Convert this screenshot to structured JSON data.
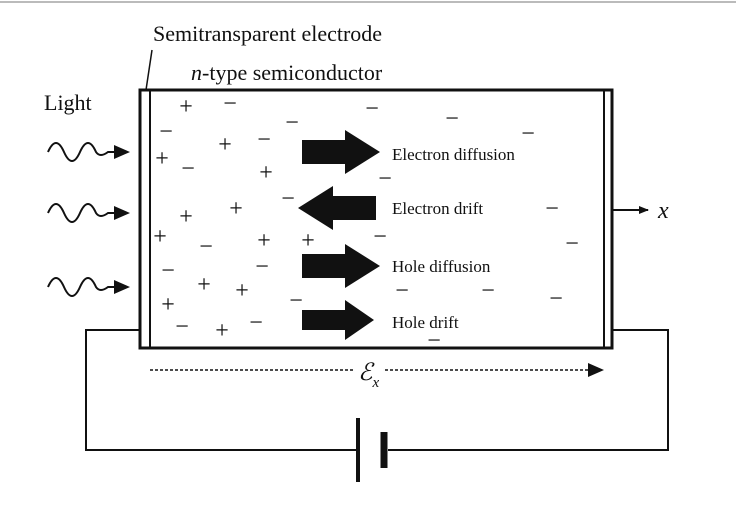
{
  "labels": {
    "electrode": "Semitransparent electrode",
    "semiconductor_prefix": "n",
    "semiconductor_suffix": "-type semiconductor",
    "light": "Light",
    "electron_diffusion": "Electron diffusion",
    "electron_drift": "Electron drift",
    "hole_diffusion": "Hole diffusion",
    "hole_drift": "Hole drift",
    "x_axis": "x",
    "field_symbol": "ℰ",
    "field_subscript": "x"
  },
  "charges": {
    "plus": "+",
    "minus": "−"
  }
}
